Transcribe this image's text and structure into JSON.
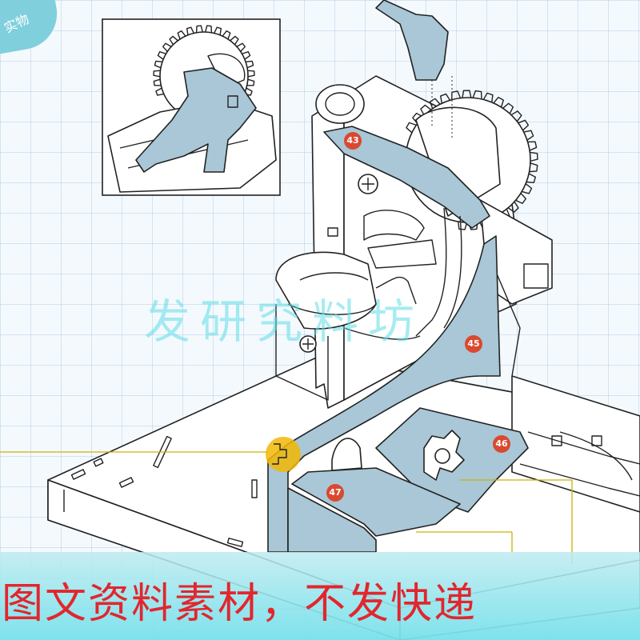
{
  "corner_tag": "实物",
  "parts": [
    {
      "number": "43"
    },
    {
      "number": "45"
    },
    {
      "number": "46"
    },
    {
      "number": "47"
    }
  ],
  "watermark": "发研究料坊",
  "bottom_banner": "图文资料素材，不发快递",
  "colors": {
    "part_fill": "#a9c7d6",
    "outline": "#222222",
    "callout": "#d9492f",
    "highlight": "#f2b705",
    "banner_text": "#e2262e",
    "watermark": "#5fdce6"
  }
}
